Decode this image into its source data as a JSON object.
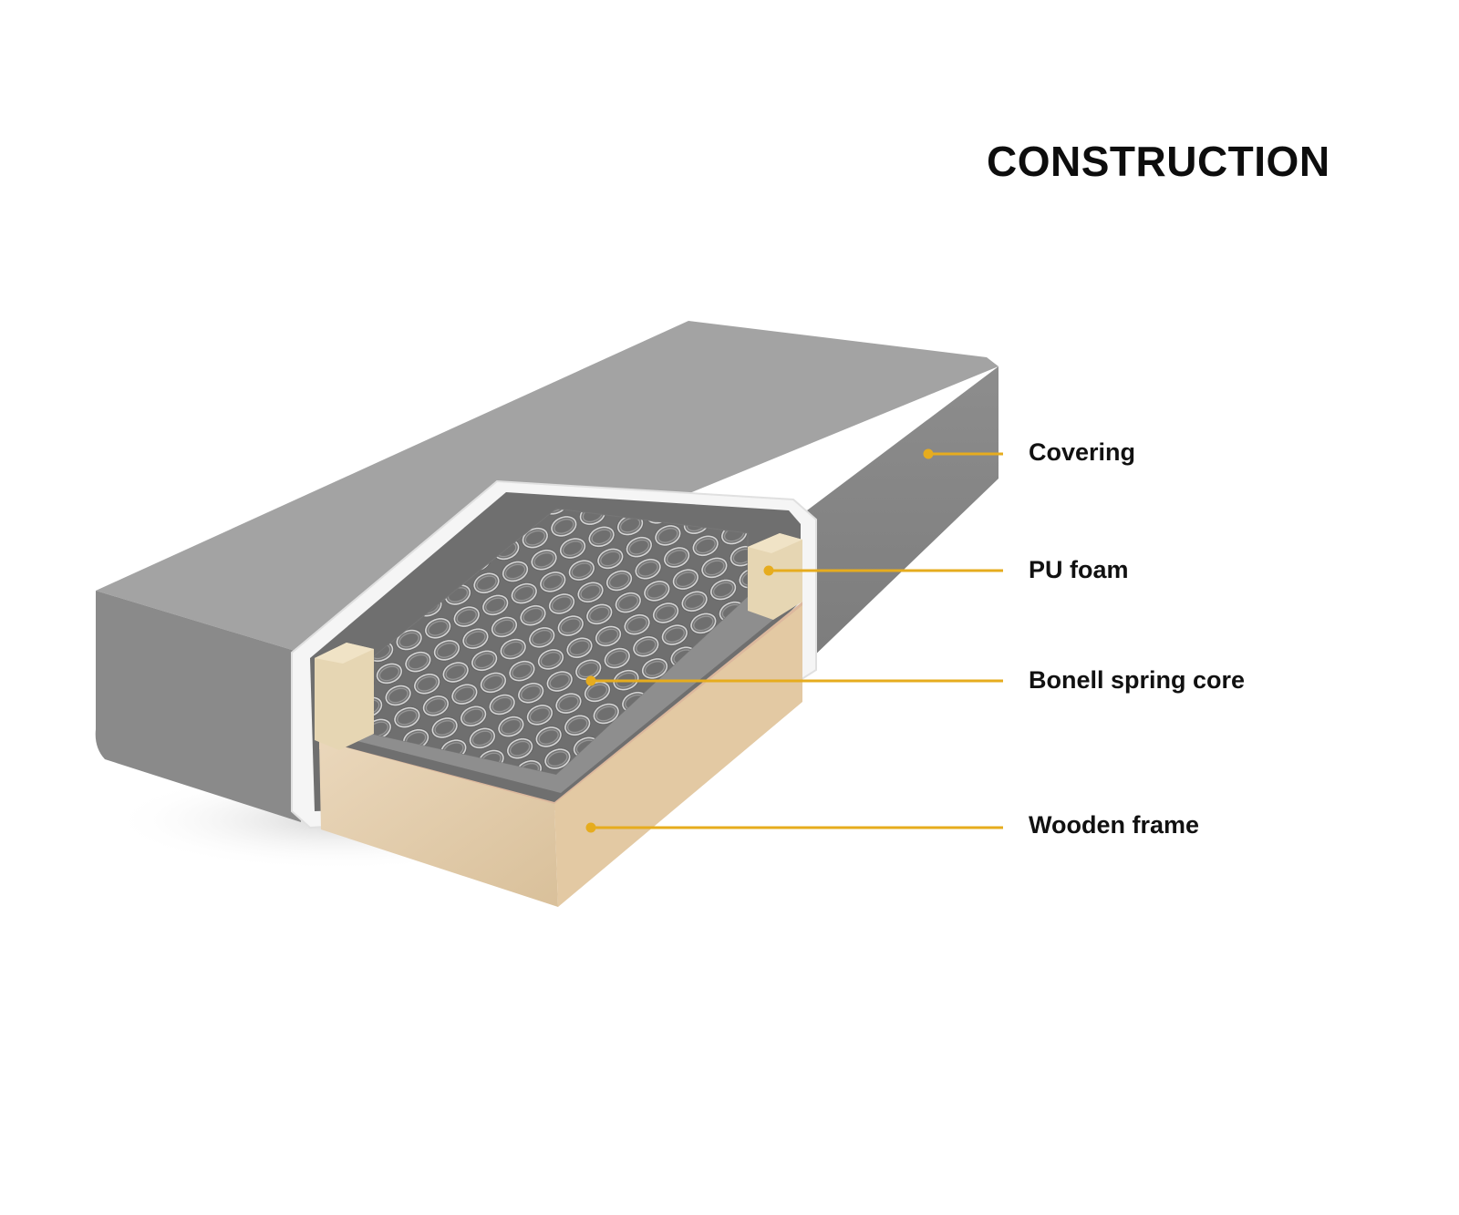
{
  "title": "CONSTRUCTION",
  "accent_color": "#e6ac1e",
  "callouts": [
    {
      "id": "covering",
      "label": "Covering"
    },
    {
      "id": "pu-foam",
      "label": "PU foam"
    },
    {
      "id": "spring-core",
      "label": "Bonell spring core"
    },
    {
      "id": "wooden-frame",
      "label": "Wooden frame"
    }
  ]
}
